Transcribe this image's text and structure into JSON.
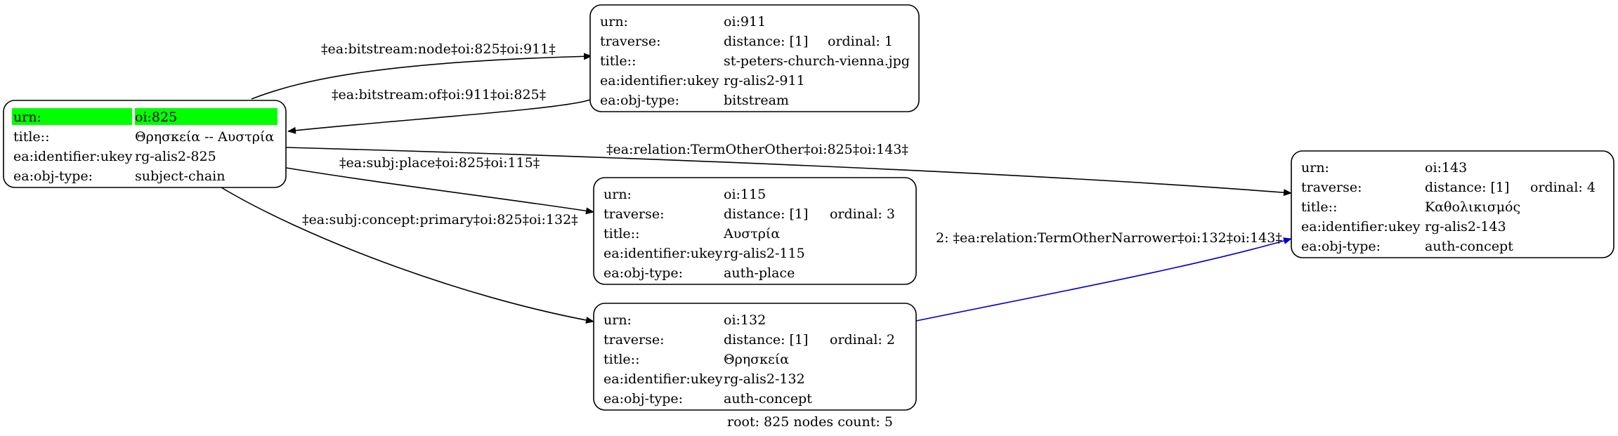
{
  "colors": {
    "highlight": "#00ff00",
    "edge_default": "#000000",
    "edge_blue": "#0000cc"
  },
  "nodes": [
    {
      "id": "n825",
      "rows": [
        {
          "key": "urn:",
          "val": "oi:825"
        },
        {
          "key": "title::",
          "val": "Θρησκεία -- Αυστρία"
        },
        {
          "key": "ea:identifier:ukey",
          "val": "rg-alis2-825"
        },
        {
          "key": "ea:obj-type:",
          "val": "subject-chain"
        }
      ]
    },
    {
      "id": "n911",
      "rows": [
        {
          "key": "urn:",
          "val": "oi:911"
        },
        {
          "key": "traverse:",
          "val": "distance: [1]",
          "extra": "ordinal: 1"
        },
        {
          "key": "title::",
          "val": "st-peters-church-vienna.jpg"
        },
        {
          "key": "ea:identifier:ukey",
          "val": "rg-alis2-911"
        },
        {
          "key": "ea:obj-type:",
          "val": "bitstream"
        }
      ]
    },
    {
      "id": "n115",
      "rows": [
        {
          "key": "urn:",
          "val": "oi:115"
        },
        {
          "key": "traverse:",
          "val": "distance: [1]",
          "extra": "ordinal: 3"
        },
        {
          "key": "title::",
          "val": "Αυστρία"
        },
        {
          "key": "ea:identifier:ukey",
          "val": "rg-alis2-115"
        },
        {
          "key": "ea:obj-type:",
          "val": "auth-place"
        }
      ]
    },
    {
      "id": "n132",
      "rows": [
        {
          "key": "urn:",
          "val": "oi:132"
        },
        {
          "key": "traverse:",
          "val": "distance: [1]",
          "extra": "ordinal: 2"
        },
        {
          "key": "title::",
          "val": "Θρησκεία"
        },
        {
          "key": "ea:identifier:ukey",
          "val": "rg-alis2-132"
        },
        {
          "key": "ea:obj-type:",
          "val": "auth-concept"
        }
      ]
    },
    {
      "id": "n143",
      "rows": [
        {
          "key": "urn:",
          "val": "oi:143"
        },
        {
          "key": "traverse:",
          "val": "distance: [1]",
          "extra": "ordinal: 4"
        },
        {
          "key": "title::",
          "val": "Καθολικισμός"
        },
        {
          "key": "ea:identifier:ukey",
          "val": "rg-alis2-143"
        },
        {
          "key": "ea:obj-type:",
          "val": "auth-concept"
        }
      ]
    }
  ],
  "edges": [
    {
      "id": "e1",
      "from": "n825",
      "to": "n911",
      "label": "‡ea:bitstream:node‡oi:825‡oi:911‡"
    },
    {
      "id": "e2",
      "from": "n911",
      "to": "n825",
      "label": "‡ea:bitstream:of‡oi:911‡oi:825‡"
    },
    {
      "id": "e3",
      "from": "n825",
      "to": "n143",
      "label": "‡ea:relation:TermOtherOther‡oi:825‡oi:143‡"
    },
    {
      "id": "e4",
      "from": "n825",
      "to": "n115",
      "label": "‡ea:subj:place‡oi:825‡oi:115‡"
    },
    {
      "id": "e5",
      "from": "n825",
      "to": "n132",
      "label": "‡ea:subj:concept:primary‡oi:825‡oi:132‡"
    },
    {
      "id": "e6",
      "from": "n132",
      "to": "n143",
      "label": "2: ‡ea:relation:TermOtherNarrower‡oi:132‡oi:143‡",
      "color": "blue"
    }
  ],
  "footer": "root: 825 nodes count: 5"
}
